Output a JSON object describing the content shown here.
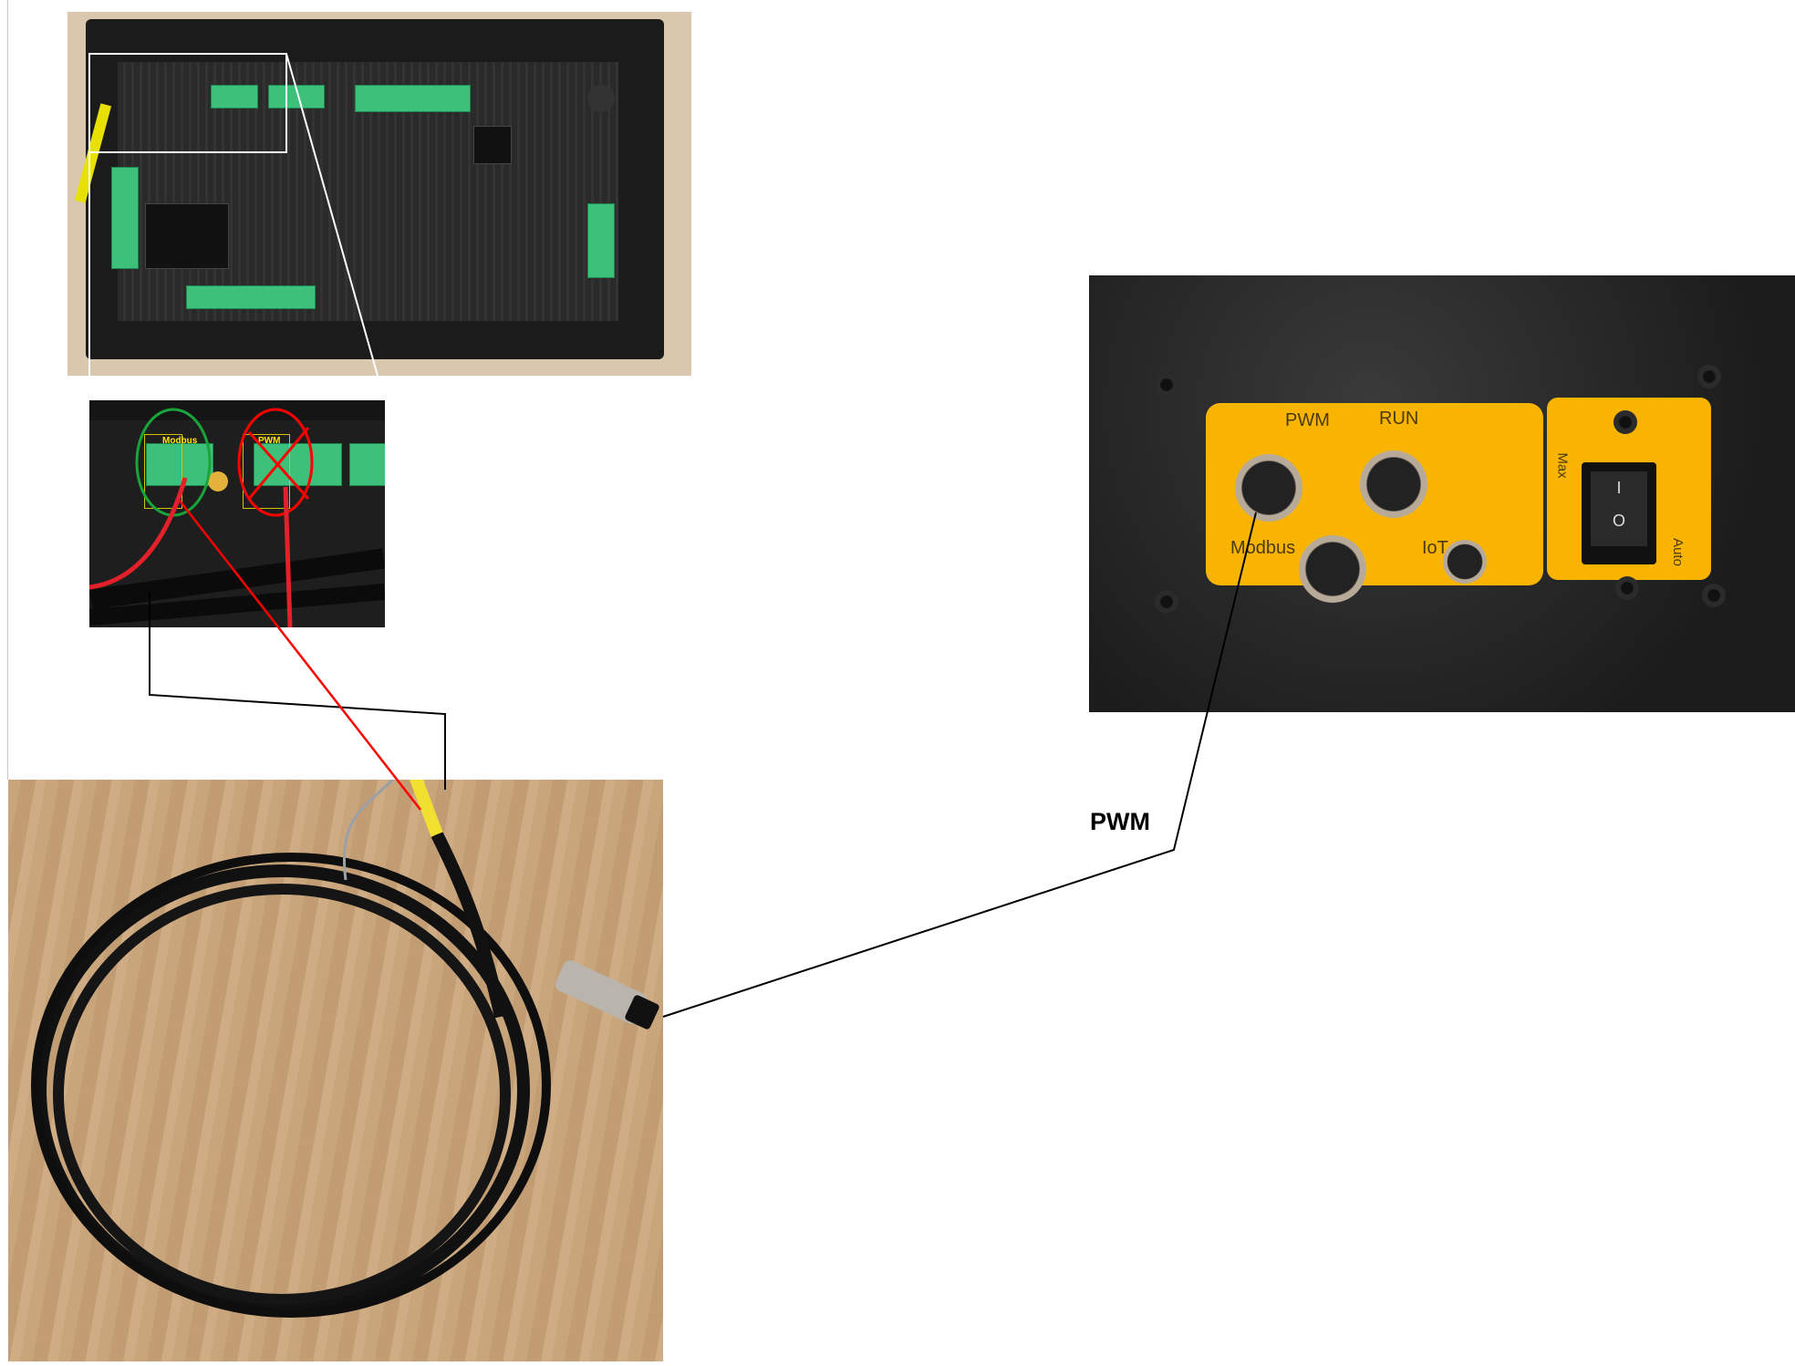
{
  "detail_photo": {
    "modbus_label": "Modbus",
    "pwm_label": "PWM"
  },
  "panel_photo": {
    "ports": {
      "pwm": "PWM",
      "run": "RUN",
      "modbus": "Modbus",
      "iot": "IoT"
    },
    "switch": {
      "on_mark": "I",
      "off_mark": "O",
      "max_label": "Max",
      "auto_label": "Auto"
    }
  },
  "callout": {
    "label": "PWM"
  },
  "colors": {
    "modbus_circle": "#1aa53a",
    "pwm_cross": "#ff0000",
    "panel_plate": "#f8b400",
    "terminal": "#3cc07a"
  }
}
